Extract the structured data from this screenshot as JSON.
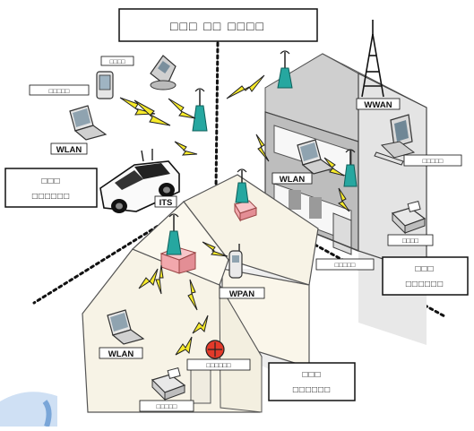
{
  "title_box": "□□□ □□ □□□□",
  "labels": {
    "pda": "□□□□",
    "gps_unit": "□□□□□",
    "laptop_wlan": "WLAN",
    "car_box_line1": "□□□",
    "car_box_line2": "□□□□□□",
    "its": "ITS",
    "wwan": "WWAN",
    "office_wlan": "WLAN",
    "office_pc": "□□□□□",
    "office_fax": "□□□□",
    "office_bottom": "□□□□□",
    "right_box_line1": "□□□",
    "right_box_line2": "□□□□□□",
    "wpan": "WPAN",
    "home_wlan": "WLAN",
    "home_device": "□□□□□□",
    "home_fax": "□□□□□",
    "bottom_box_line1": "□□□",
    "bottom_box_line2": "□□□□□□"
  }
}
